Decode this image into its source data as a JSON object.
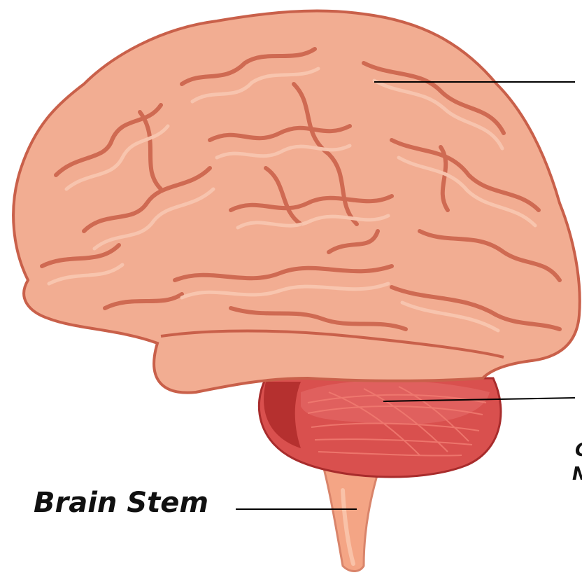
{
  "diagram": {
    "labels": {
      "brain_stem": "Brain Stem",
      "cerebellum_partial_1": "C",
      "cerebellum_partial_2": "N"
    },
    "colors": {
      "cerebrum_fill": "#f2ad92",
      "cerebrum_outline": "#c9604a",
      "gyri_highlight": "#f8c6b0",
      "sulci": "#cf6a52",
      "cerebellum_fill": "#d9504e",
      "cerebellum_dark": "#b5302f",
      "cerebellum_stripe": "#f07a70",
      "brain_stem_fill": "#f4a585",
      "leader_line": "#000000"
    },
    "icons": [
      "cerebrum-illustration",
      "cerebellum-illustration",
      "brain-stem-illustration"
    ]
  }
}
